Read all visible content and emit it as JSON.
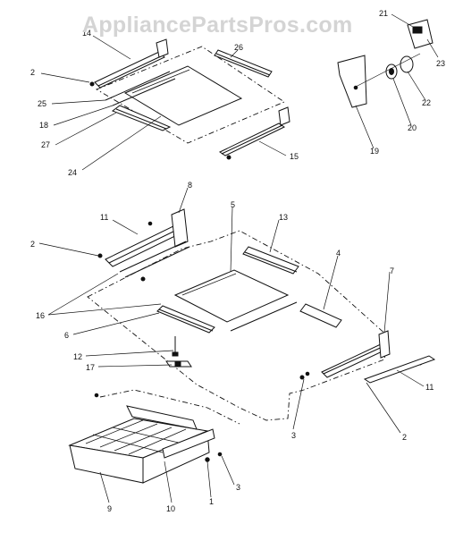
{
  "watermark": "AppliancePartsPros.com",
  "callouts": [
    "14",
    "2",
    "25",
    "18",
    "27",
    "24",
    "26",
    "15",
    "21",
    "23",
    "22",
    "20",
    "19",
    "8",
    "11",
    "5",
    "13",
    "2",
    "4",
    "7",
    "16",
    "6",
    "12",
    "17",
    "3",
    "11",
    "2",
    "3",
    "1",
    "9",
    "10"
  ]
}
